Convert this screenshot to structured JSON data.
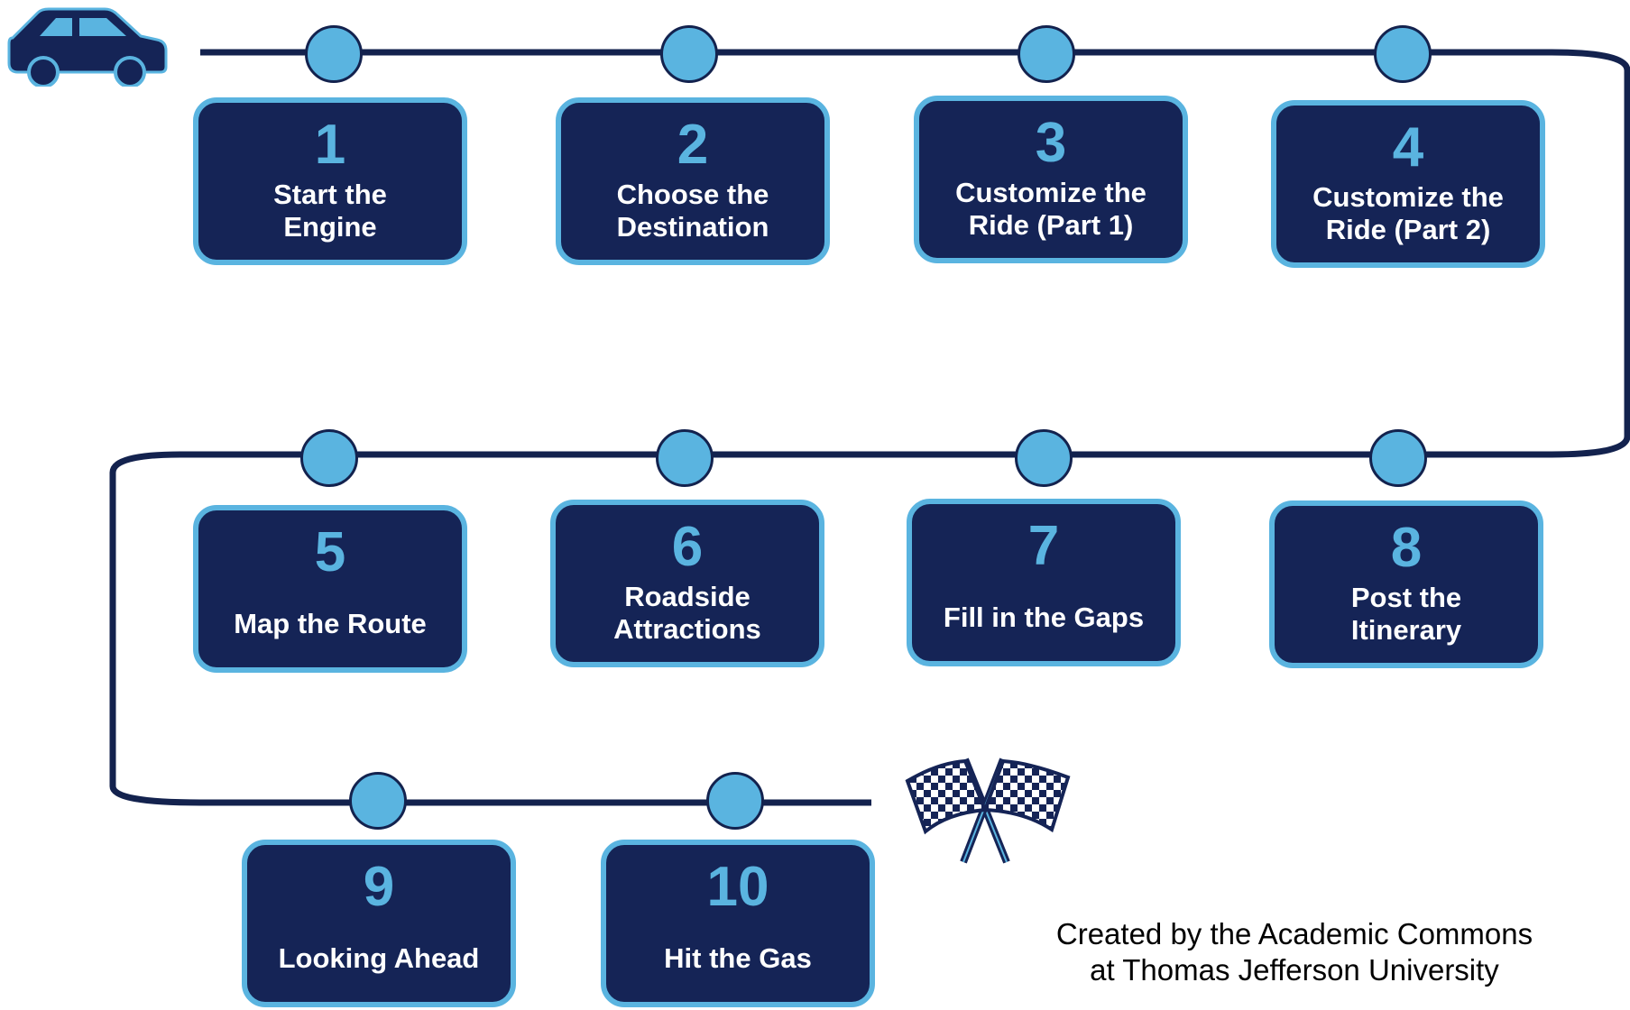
{
  "steps": [
    {
      "number": "1",
      "lines": [
        "Start the",
        "Engine"
      ]
    },
    {
      "number": "2",
      "lines": [
        "Choose the",
        "Destination"
      ]
    },
    {
      "number": "3",
      "lines": [
        "Customize the",
        "Ride (Part 1)"
      ]
    },
    {
      "number": "4",
      "lines": [
        "Customize the",
        "Ride (Part 2)"
      ]
    },
    {
      "number": "5",
      "lines": [
        "Map the Route"
      ]
    },
    {
      "number": "6",
      "lines": [
        "Roadside",
        "Attractions"
      ]
    },
    {
      "number": "7",
      "lines": [
        "Fill in the Gaps"
      ]
    },
    {
      "number": "8",
      "lines": [
        "Post the",
        "Itinerary"
      ]
    },
    {
      "number": "9",
      "lines": [
        "Looking Ahead"
      ]
    },
    {
      "number": "10",
      "lines": [
        "Hit the Gas"
      ]
    }
  ],
  "credit": {
    "line1": "Created by the Academic Commons",
    "line2": "at Thomas Jefferson University"
  },
  "icons": {
    "start": "car-icon",
    "finish": "checkered-flags-icon"
  },
  "colors": {
    "navy": "#152456",
    "accent_blue": "#5ab4e0",
    "track": "#13224e"
  }
}
